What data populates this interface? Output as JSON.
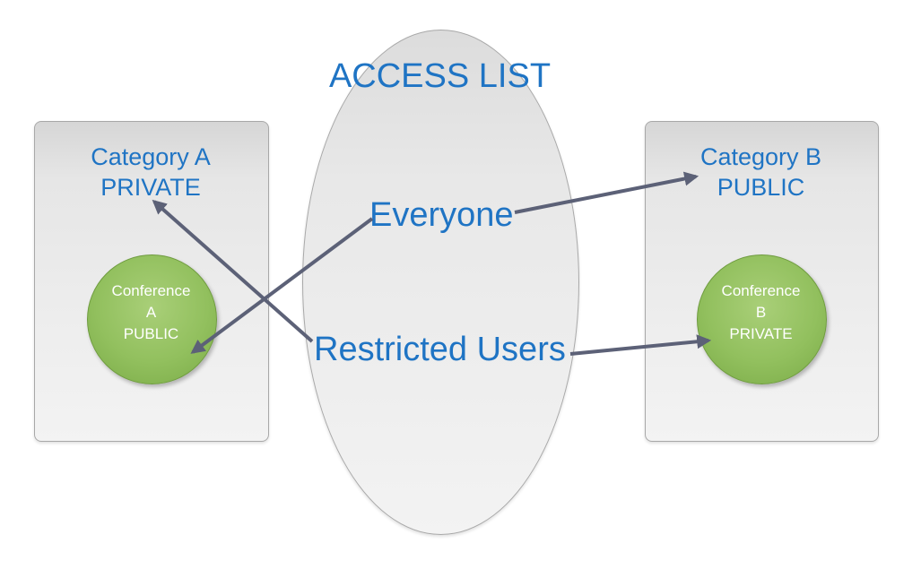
{
  "category_a": {
    "name": "Category A",
    "visibility": "PRIVATE",
    "conference": {
      "name": "Conference",
      "letter": "A",
      "visibility": "PUBLIC"
    }
  },
  "category_b": {
    "name": "Category B",
    "visibility": "PUBLIC",
    "conference": {
      "name": "Conference",
      "letter": "B",
      "visibility": "PRIVATE"
    }
  },
  "access_list": {
    "title": "ACCESS LIST",
    "everyone": "Everyone",
    "restricted": "Restricted Users"
  },
  "colors": {
    "label_blue": "#1f74c4",
    "arrow": "#5c6177",
    "circle_green": "#92c05e"
  }
}
